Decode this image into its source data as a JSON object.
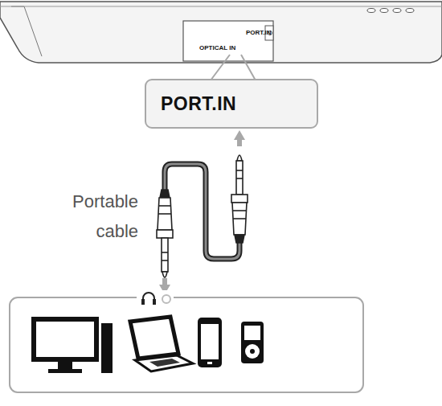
{
  "diagram": {
    "nodes": [
      {
        "text": [
          "PORT.IN"
        ]
      }
    ],
    "edges": [],
    "labels": [
      "PORT.IN",
      "OPTICAL IN",
      "Portable cable"
    ]
  }
}
